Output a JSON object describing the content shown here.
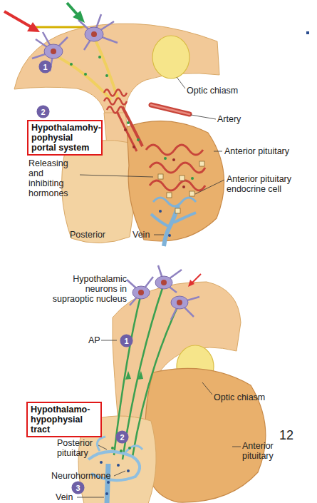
{
  "diagram": {
    "nodes": [
      {
        "text": [
          "1"
        ]
      },
      {
        "text": [
          "2"
        ]
      },
      {
        "text": [
          "Hypothalamohy- pophysial portal system"
        ]
      },
      {
        "text": [
          "1"
        ]
      },
      {
        "text": [
          "Hypothalamo- hypophysial tract"
        ]
      },
      {
        "text": [
          "2"
        ]
      },
      {
        "text": [
          "3"
        ]
      }
    ],
    "labels": [
      "Optic chiasm",
      "Artery",
      "Anterior pituitary",
      "Releasing and inhibiting hormones",
      "Anterior pituitary endocrine cell",
      "Posterior",
      "Vein",
      "Hypothalamic neurons in supraoptic nucleus",
      "AP",
      "Optic chiasm",
      "Posterior pituitary",
      "Neurohormone",
      "Anterior pituitary",
      "Vein",
      "12"
    ]
  }
}
